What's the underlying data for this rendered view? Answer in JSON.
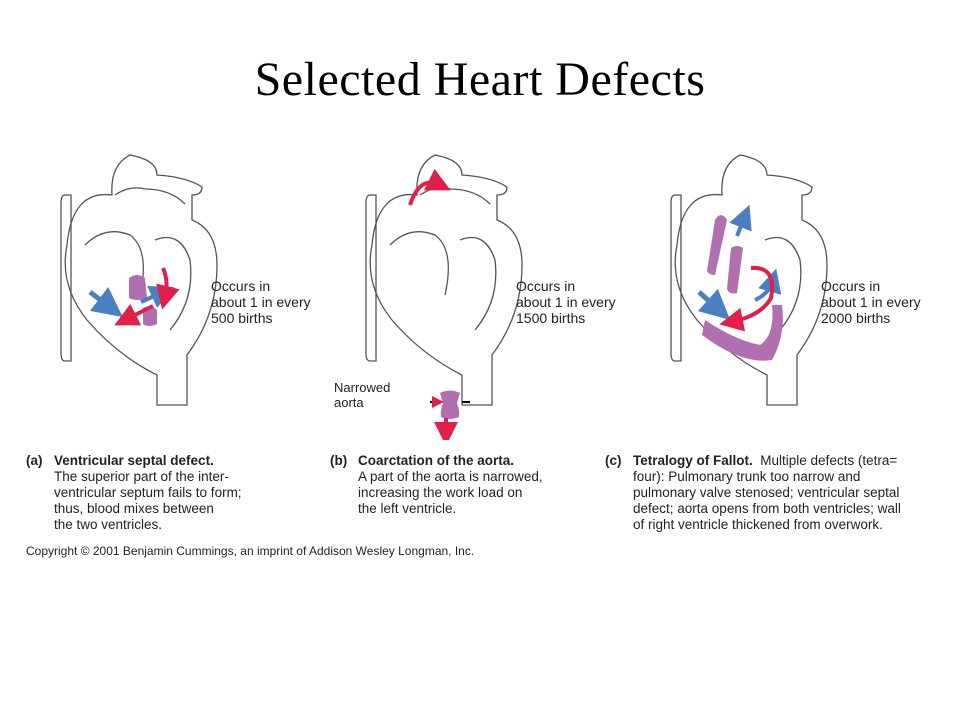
{
  "title": "Selected Heart Defects",
  "colors": {
    "red_arrow": "#e0204a",
    "blue_arrow": "#4a7fc1",
    "defect_purple": "#b070b0"
  },
  "panels": [
    {
      "letter": "(a)",
      "name": "Ventricular septal defect.",
      "desc_lines": [
        "The superior part of the inter-",
        "ventricular septum fails to form;",
        "thus, blood mixes between",
        "the two ventricles."
      ],
      "occurs_lines": [
        "Occurs in",
        "about 1 in every",
        "500 births"
      ]
    },
    {
      "letter": "(b)",
      "name": "Coarctation of the aorta.",
      "desc_lines": [
        "A part of the aorta is narrowed,",
        "increasing the work load on",
        "the left ventricle."
      ],
      "occurs_lines": [
        "Occurs in",
        "about 1 in every",
        "1500 births"
      ],
      "callout_lines": [
        "Narrowed",
        "aorta"
      ]
    },
    {
      "letter": "(c)",
      "name": "Tetralogy of Fallot.",
      "name_suffix": "Multiple defects (tetra=",
      "desc_lines": [
        "four): Pulmonary trunk too narrow and",
        "pulmonary valve stenosed;  ventricular septal",
        "defect; aorta opens from both ventricles; wall",
        "of right ventricle thickened from overwork."
      ],
      "occurs_lines": [
        "Occurs in",
        "about 1 in every",
        "2000 births"
      ]
    }
  ],
  "copyright": "Copyright © 2001 Benjamin Cummings, an imprint of Addison Wesley Longman, Inc."
}
